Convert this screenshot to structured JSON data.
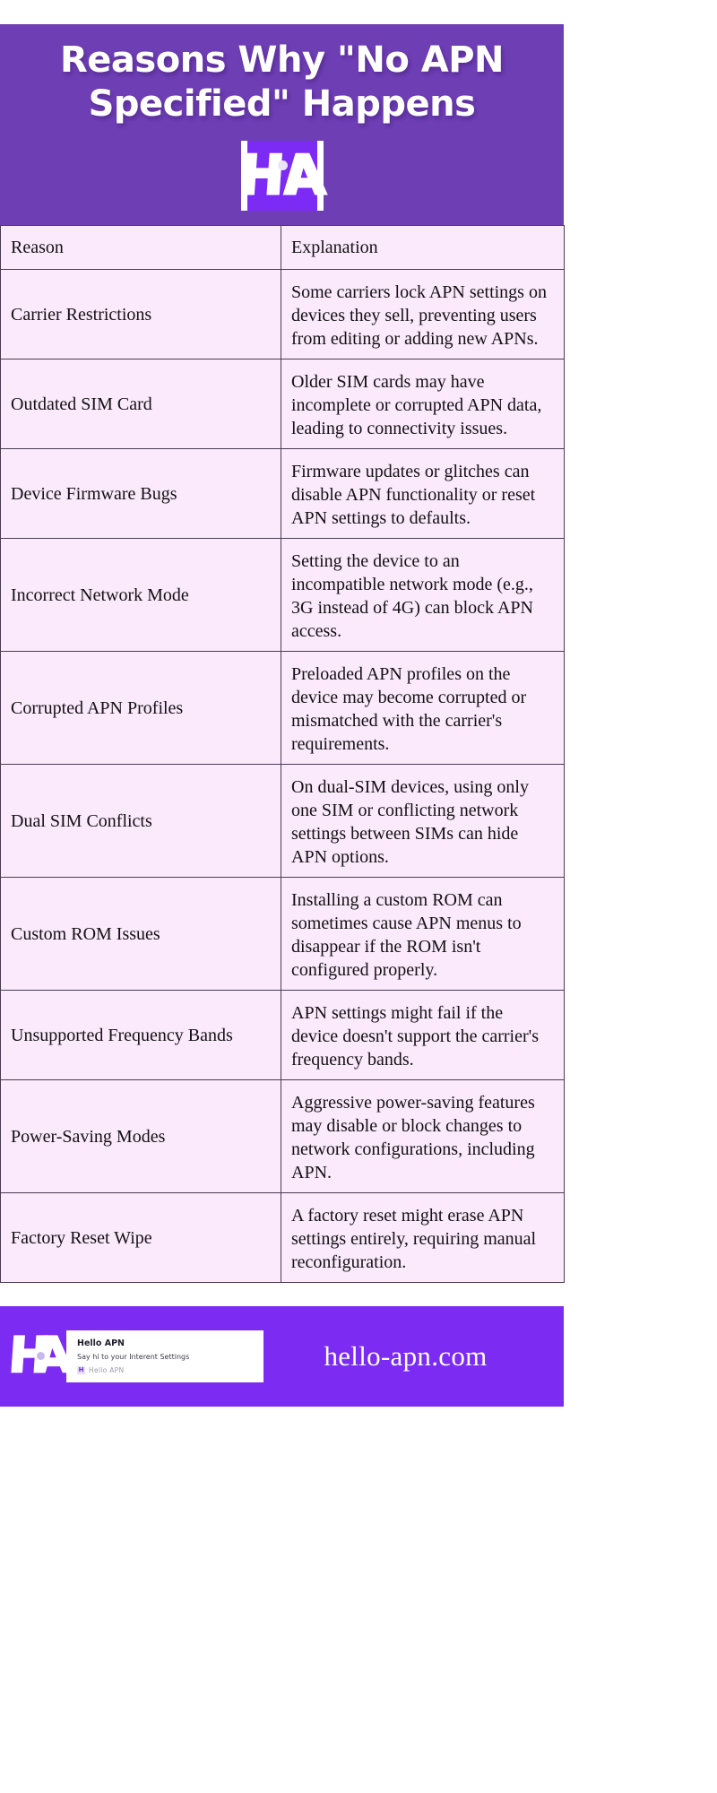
{
  "header": {
    "title": "Reasons Why \"No APN Specified\" Happens",
    "logo": {
      "left_letter": "H",
      "right_letter": "A",
      "name": "H-A logo"
    },
    "background_color": "#6E3EB5"
  },
  "table": {
    "columns": [
      "Reason",
      "Explanation"
    ],
    "rows": [
      {
        "reason": "Carrier Restrictions",
        "explanation": "Some carriers lock APN settings on devices they sell, preventing users from editing or adding new APNs."
      },
      {
        "reason": "Outdated SIM Card",
        "explanation": "Older SIM cards may have incomplete or corrupted APN data, leading to connectivity issues."
      },
      {
        "reason": "Device Firmware Bugs",
        "explanation": "Firmware updates or glitches can disable APN functionality or reset APN settings to defaults."
      },
      {
        "reason": "Incorrect Network Mode",
        "explanation": "Setting the device to an incompatible network mode (e.g., 3G instead of 4G) can block APN access."
      },
      {
        "reason": "Corrupted APN Profiles",
        "explanation": "Preloaded APN profiles on the device may become corrupted or mismatched with the carrier's requirements."
      },
      {
        "reason": "Dual SIM Conflicts",
        "explanation": "On dual-SIM devices, using only one SIM or conflicting network settings between SIMs can hide APN options."
      },
      {
        "reason": "Custom ROM Issues",
        "explanation": "Installing a custom ROM can sometimes cause APN menus to disappear if the ROM isn't configured properly."
      },
      {
        "reason": "Unsupported Frequency Bands",
        "explanation": "APN settings might fail if the device doesn't support the carrier's frequency bands."
      },
      {
        "reason": "Power-Saving Modes",
        "explanation": "Aggressive power-saving features may disable or block changes to network configurations, including APN."
      },
      {
        "reason": "Factory Reset Wipe",
        "explanation": "A factory reset might erase APN settings entirely, requiring manual reconfiguration."
      }
    ],
    "background_color": "#FAEAFB",
    "border_color": "#4B3B52"
  },
  "footer": {
    "logo": {
      "left_letter": "H",
      "right_letter": "A",
      "name": "H-A logo"
    },
    "card": {
      "title": "Hello APN",
      "subtitle": "Say hi to your Interent Settings",
      "tag_icon": "H",
      "tag_text": "Hello  APN"
    },
    "url": "hello-apn.com",
    "background_color": "#7B2BF2"
  }
}
